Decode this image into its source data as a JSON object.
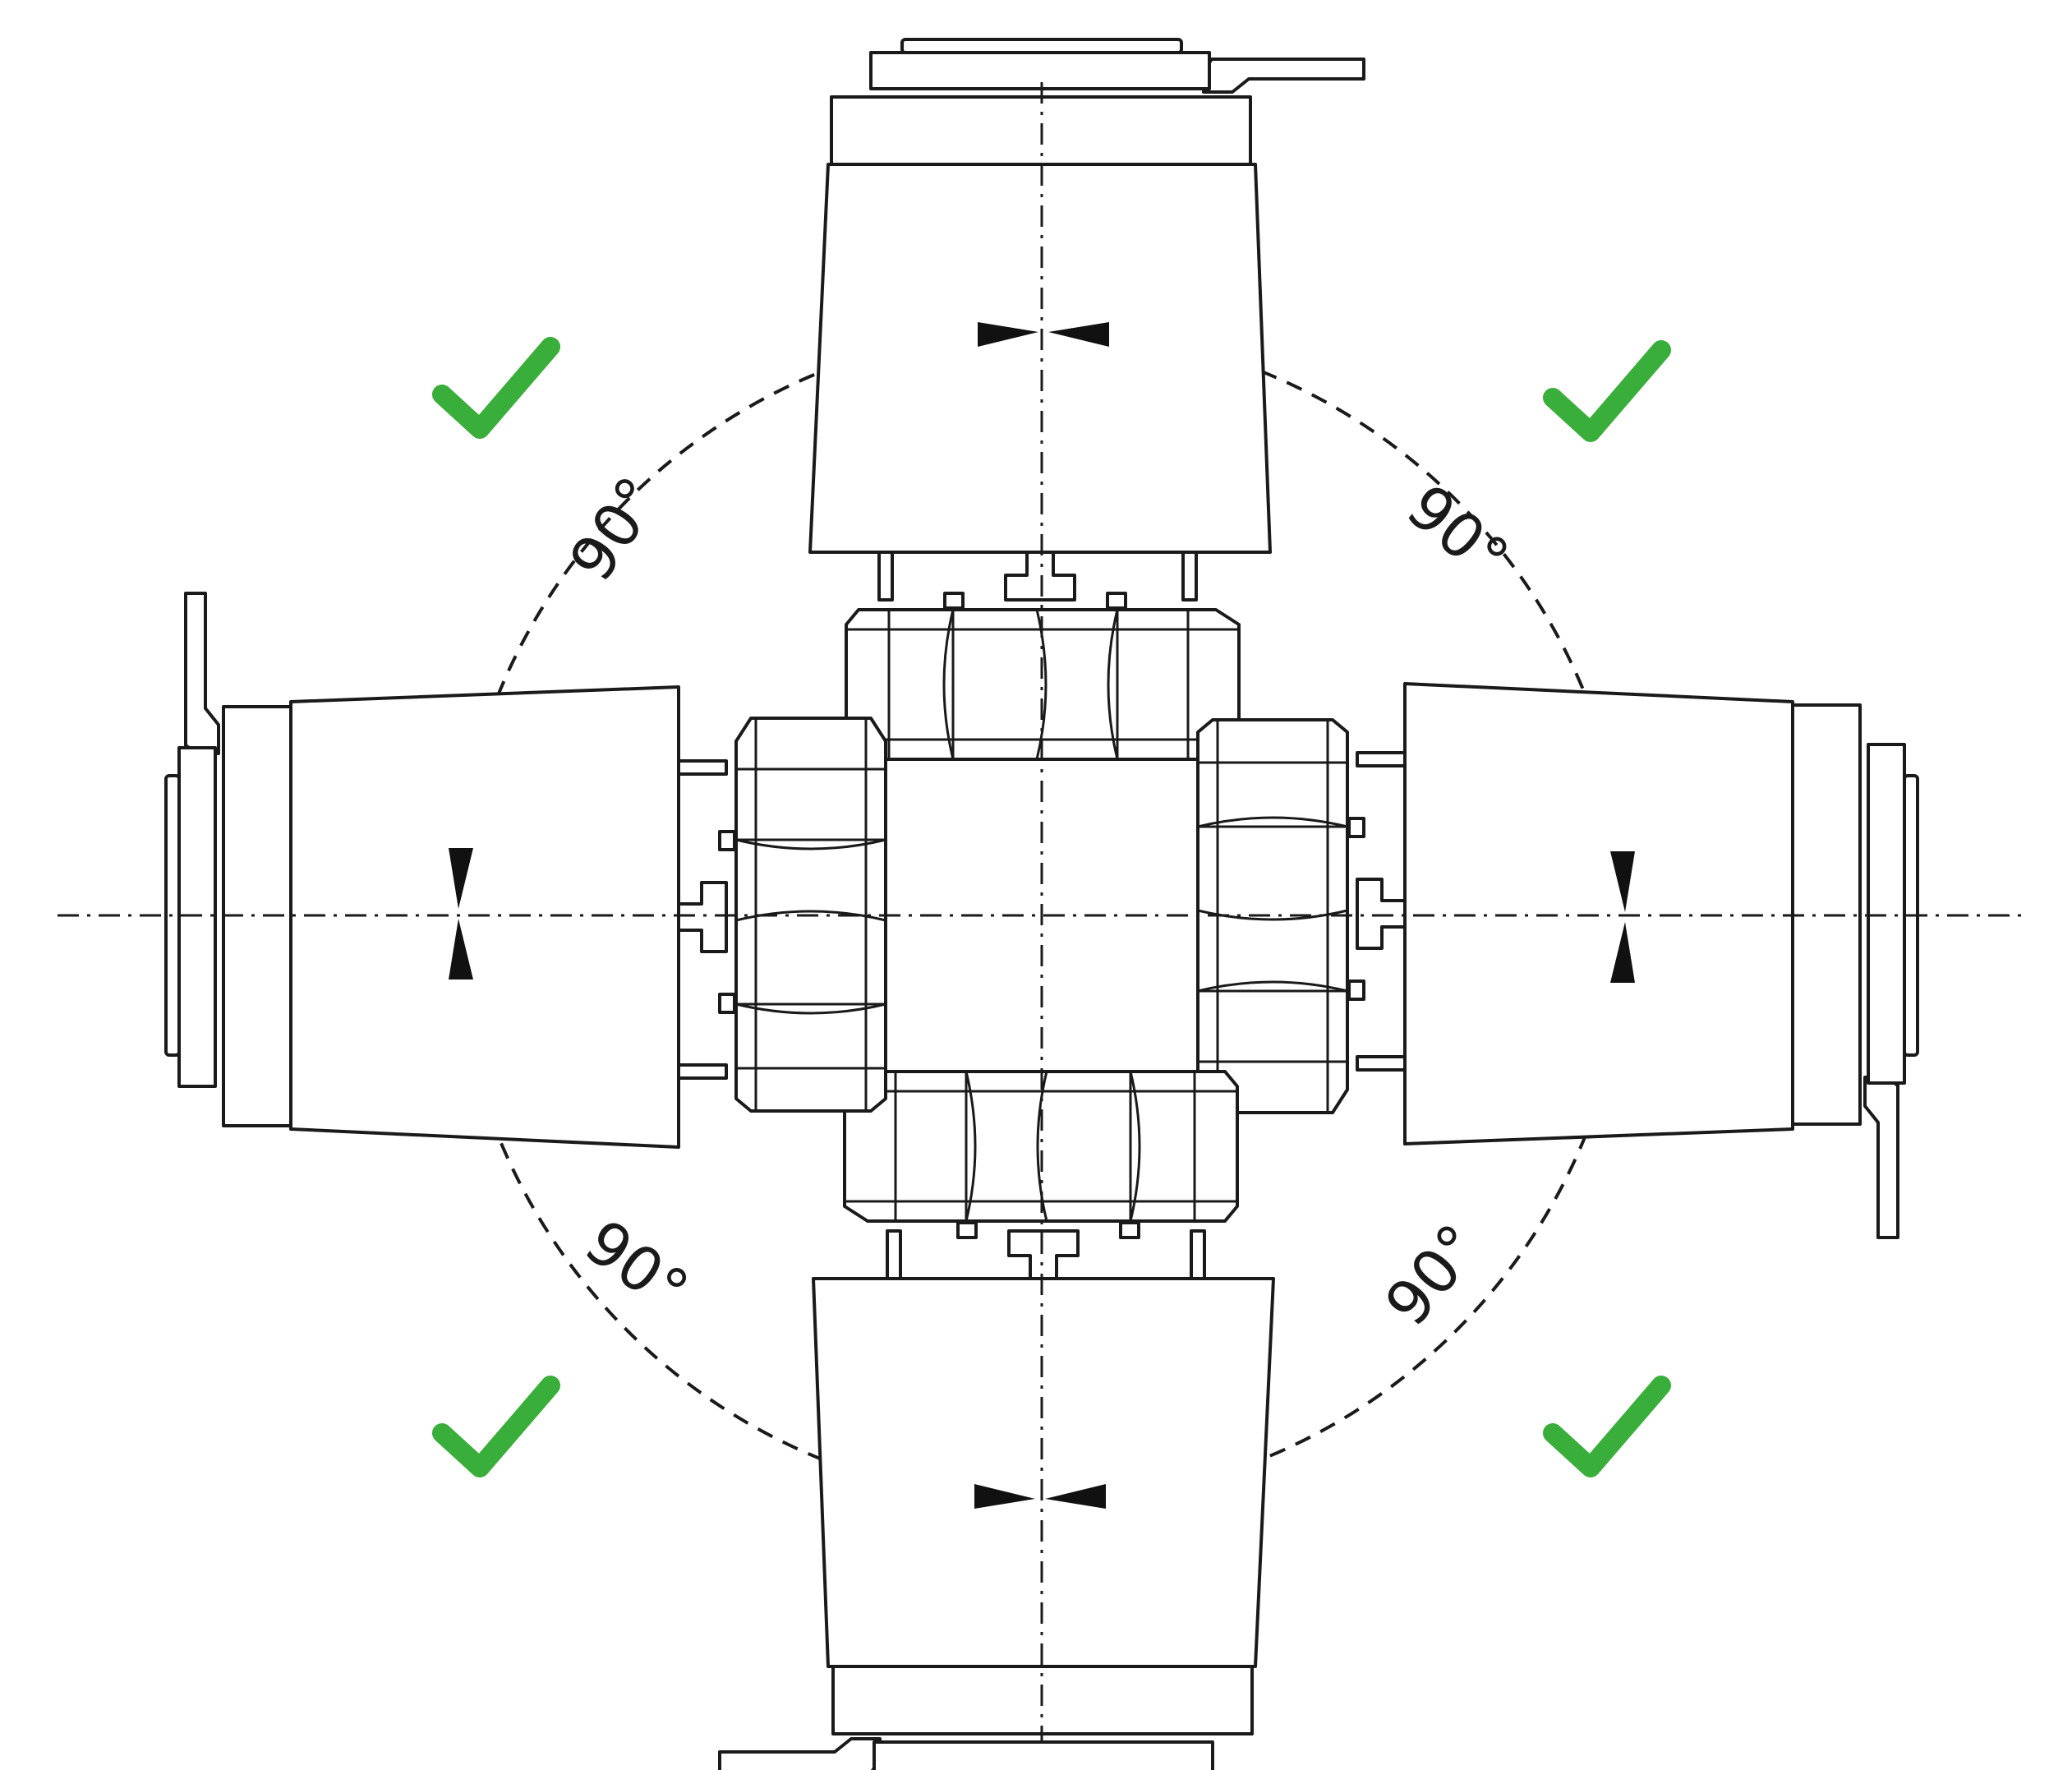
{
  "angle_labels": {
    "top_left": "90°",
    "top_right": "90°",
    "bottom_left": "90°",
    "bottom_right": "90°"
  },
  "checkmark_color": "#3aae3a",
  "checkmarks": [
    {
      "position": "top-left",
      "icon": "checkmark-icon"
    },
    {
      "position": "top-right",
      "icon": "checkmark-icon"
    },
    {
      "position": "bottom-left",
      "icon": "checkmark-icon"
    },
    {
      "position": "bottom-right",
      "icon": "checkmark-icon"
    }
  ],
  "orientations": [
    "top",
    "right",
    "bottom",
    "left"
  ]
}
